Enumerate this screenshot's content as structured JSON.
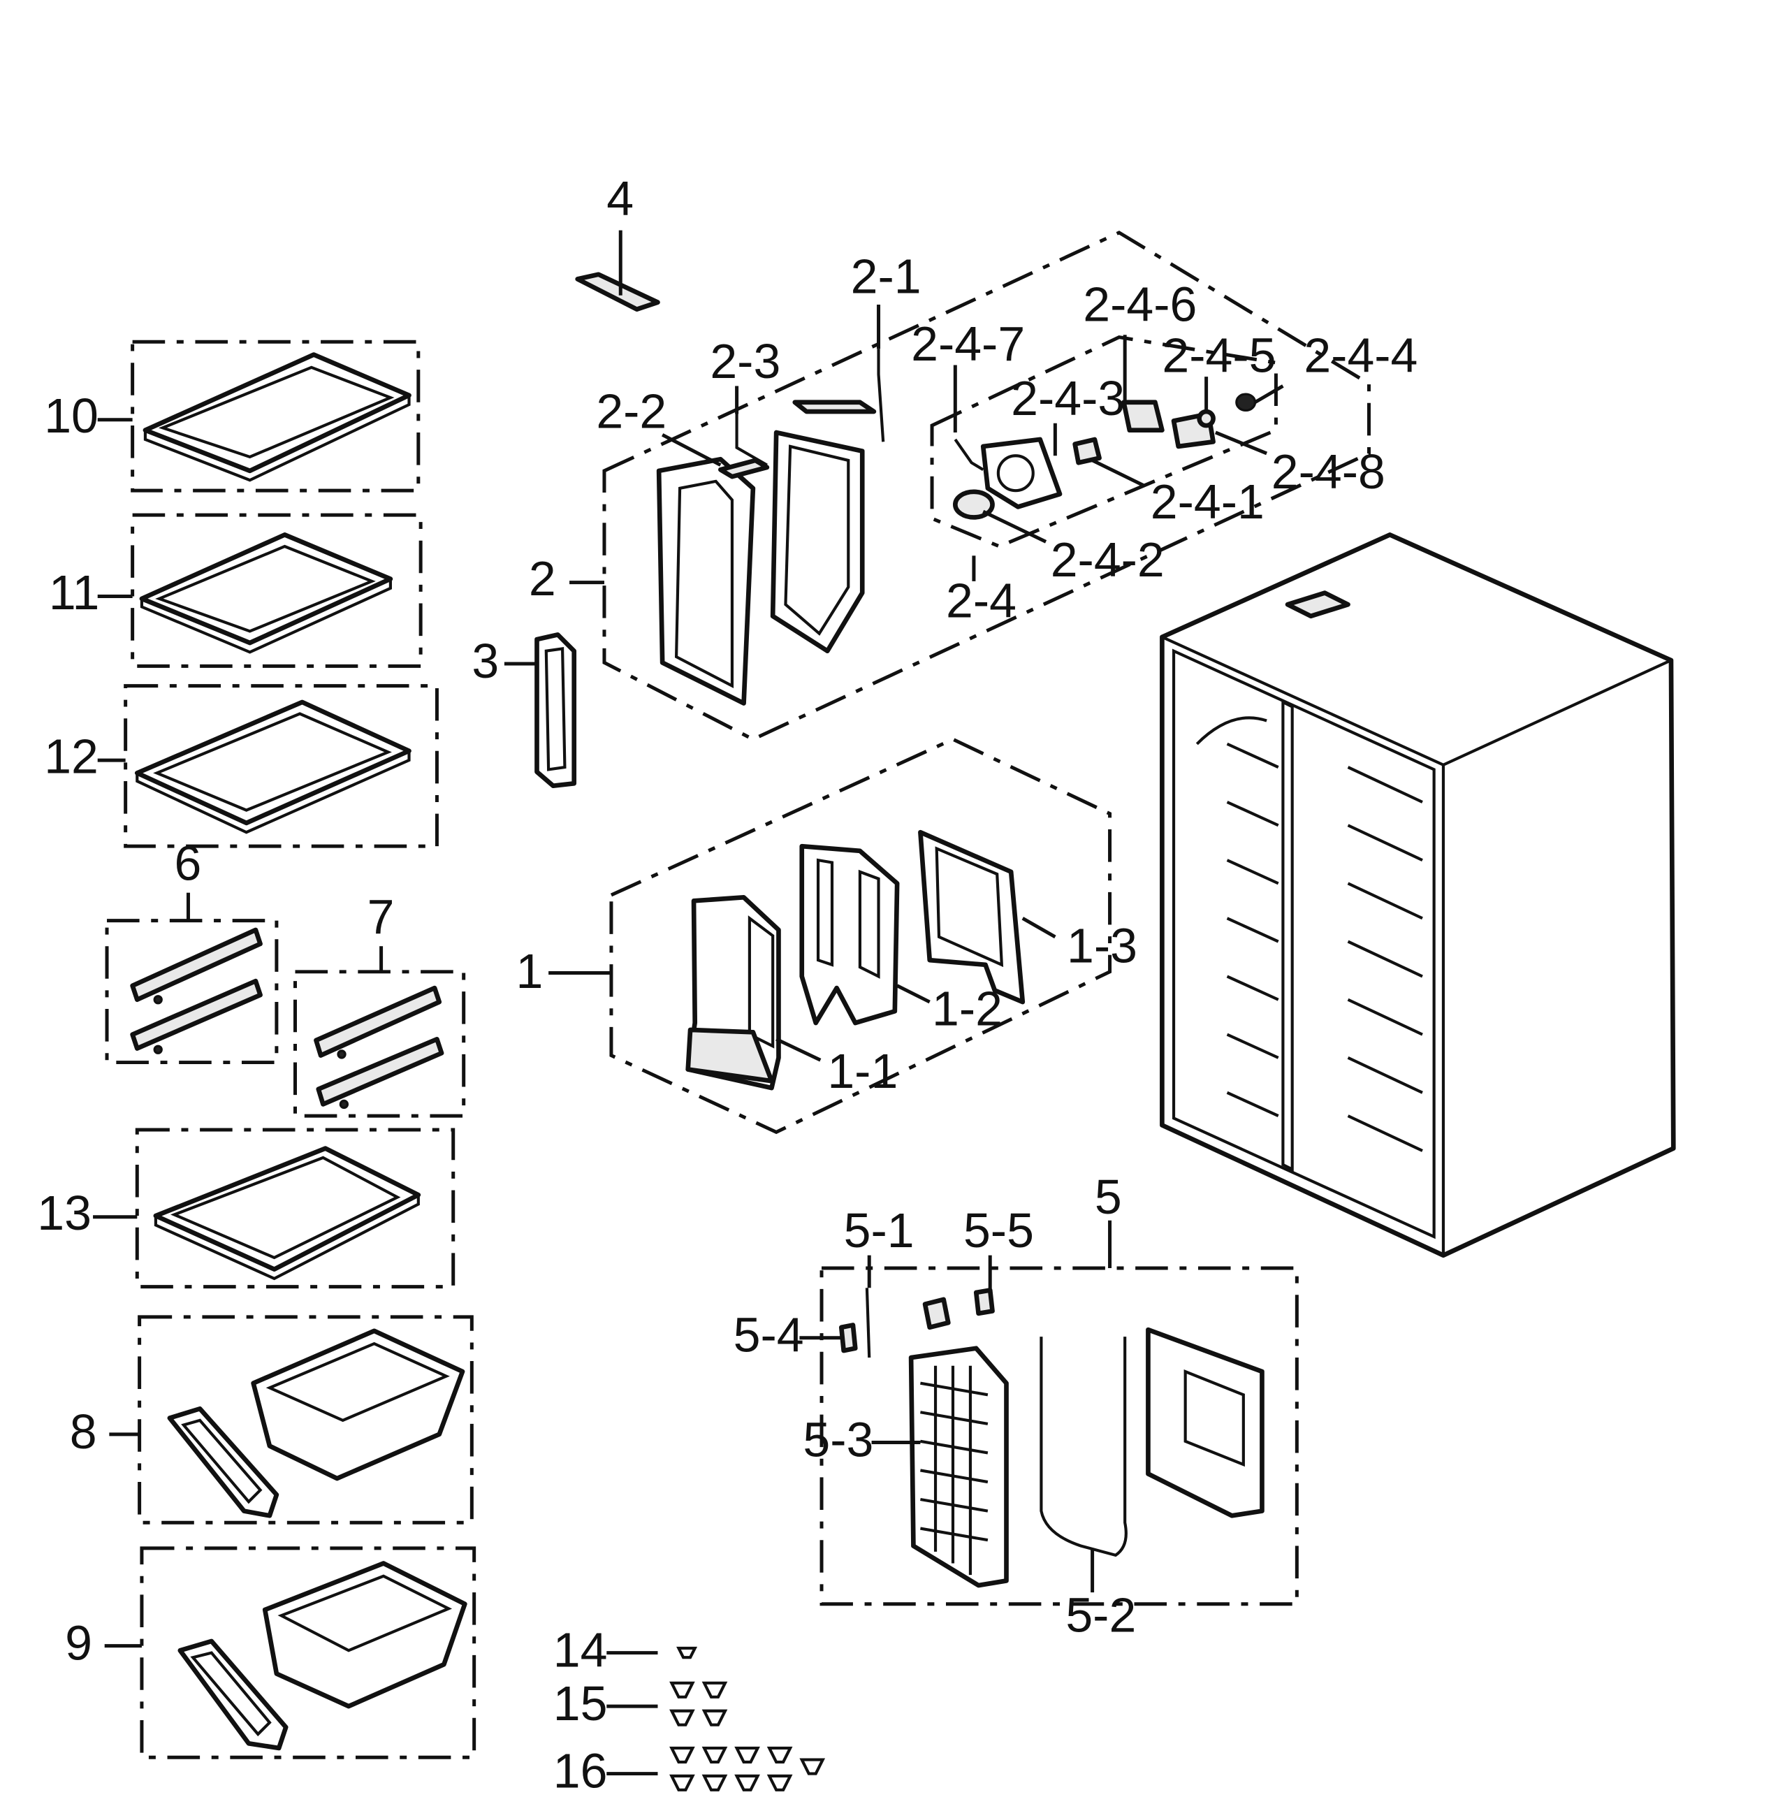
{
  "diagram": {
    "labels": {
      "l4": "4",
      "l2_1": "2-1",
      "l2_4_6": "2-4-6",
      "l2_4_7": "2-4-7",
      "l2_4_5": "2-4-5",
      "l2_4_4": "2-4-4",
      "l2_3": "2-3",
      "l2_4_3": "2-4-3",
      "l2_2": "2-2",
      "l2_4_8": "2-4-8",
      "l2_4_1": "2-4-1",
      "l2_4_2": "2-4-2",
      "l2": "2",
      "l2_4": "2-4",
      "l3": "3",
      "l10": "10",
      "l11": "11",
      "l12": "12",
      "l6": "6",
      "l7": "7",
      "l1": "1",
      "l1_3": "1-3",
      "l1_2": "1-2",
      "l1_1": "1-1",
      "l13": "13",
      "l5": "5",
      "l5_1": "5-1",
      "l5_5": "5-5",
      "l5_4": "5-4",
      "l5_3": "5-3",
      "l5_2": "5-2",
      "l8": "8",
      "l9": "9",
      "l14": "14",
      "l15": "15",
      "l16": "16"
    }
  }
}
